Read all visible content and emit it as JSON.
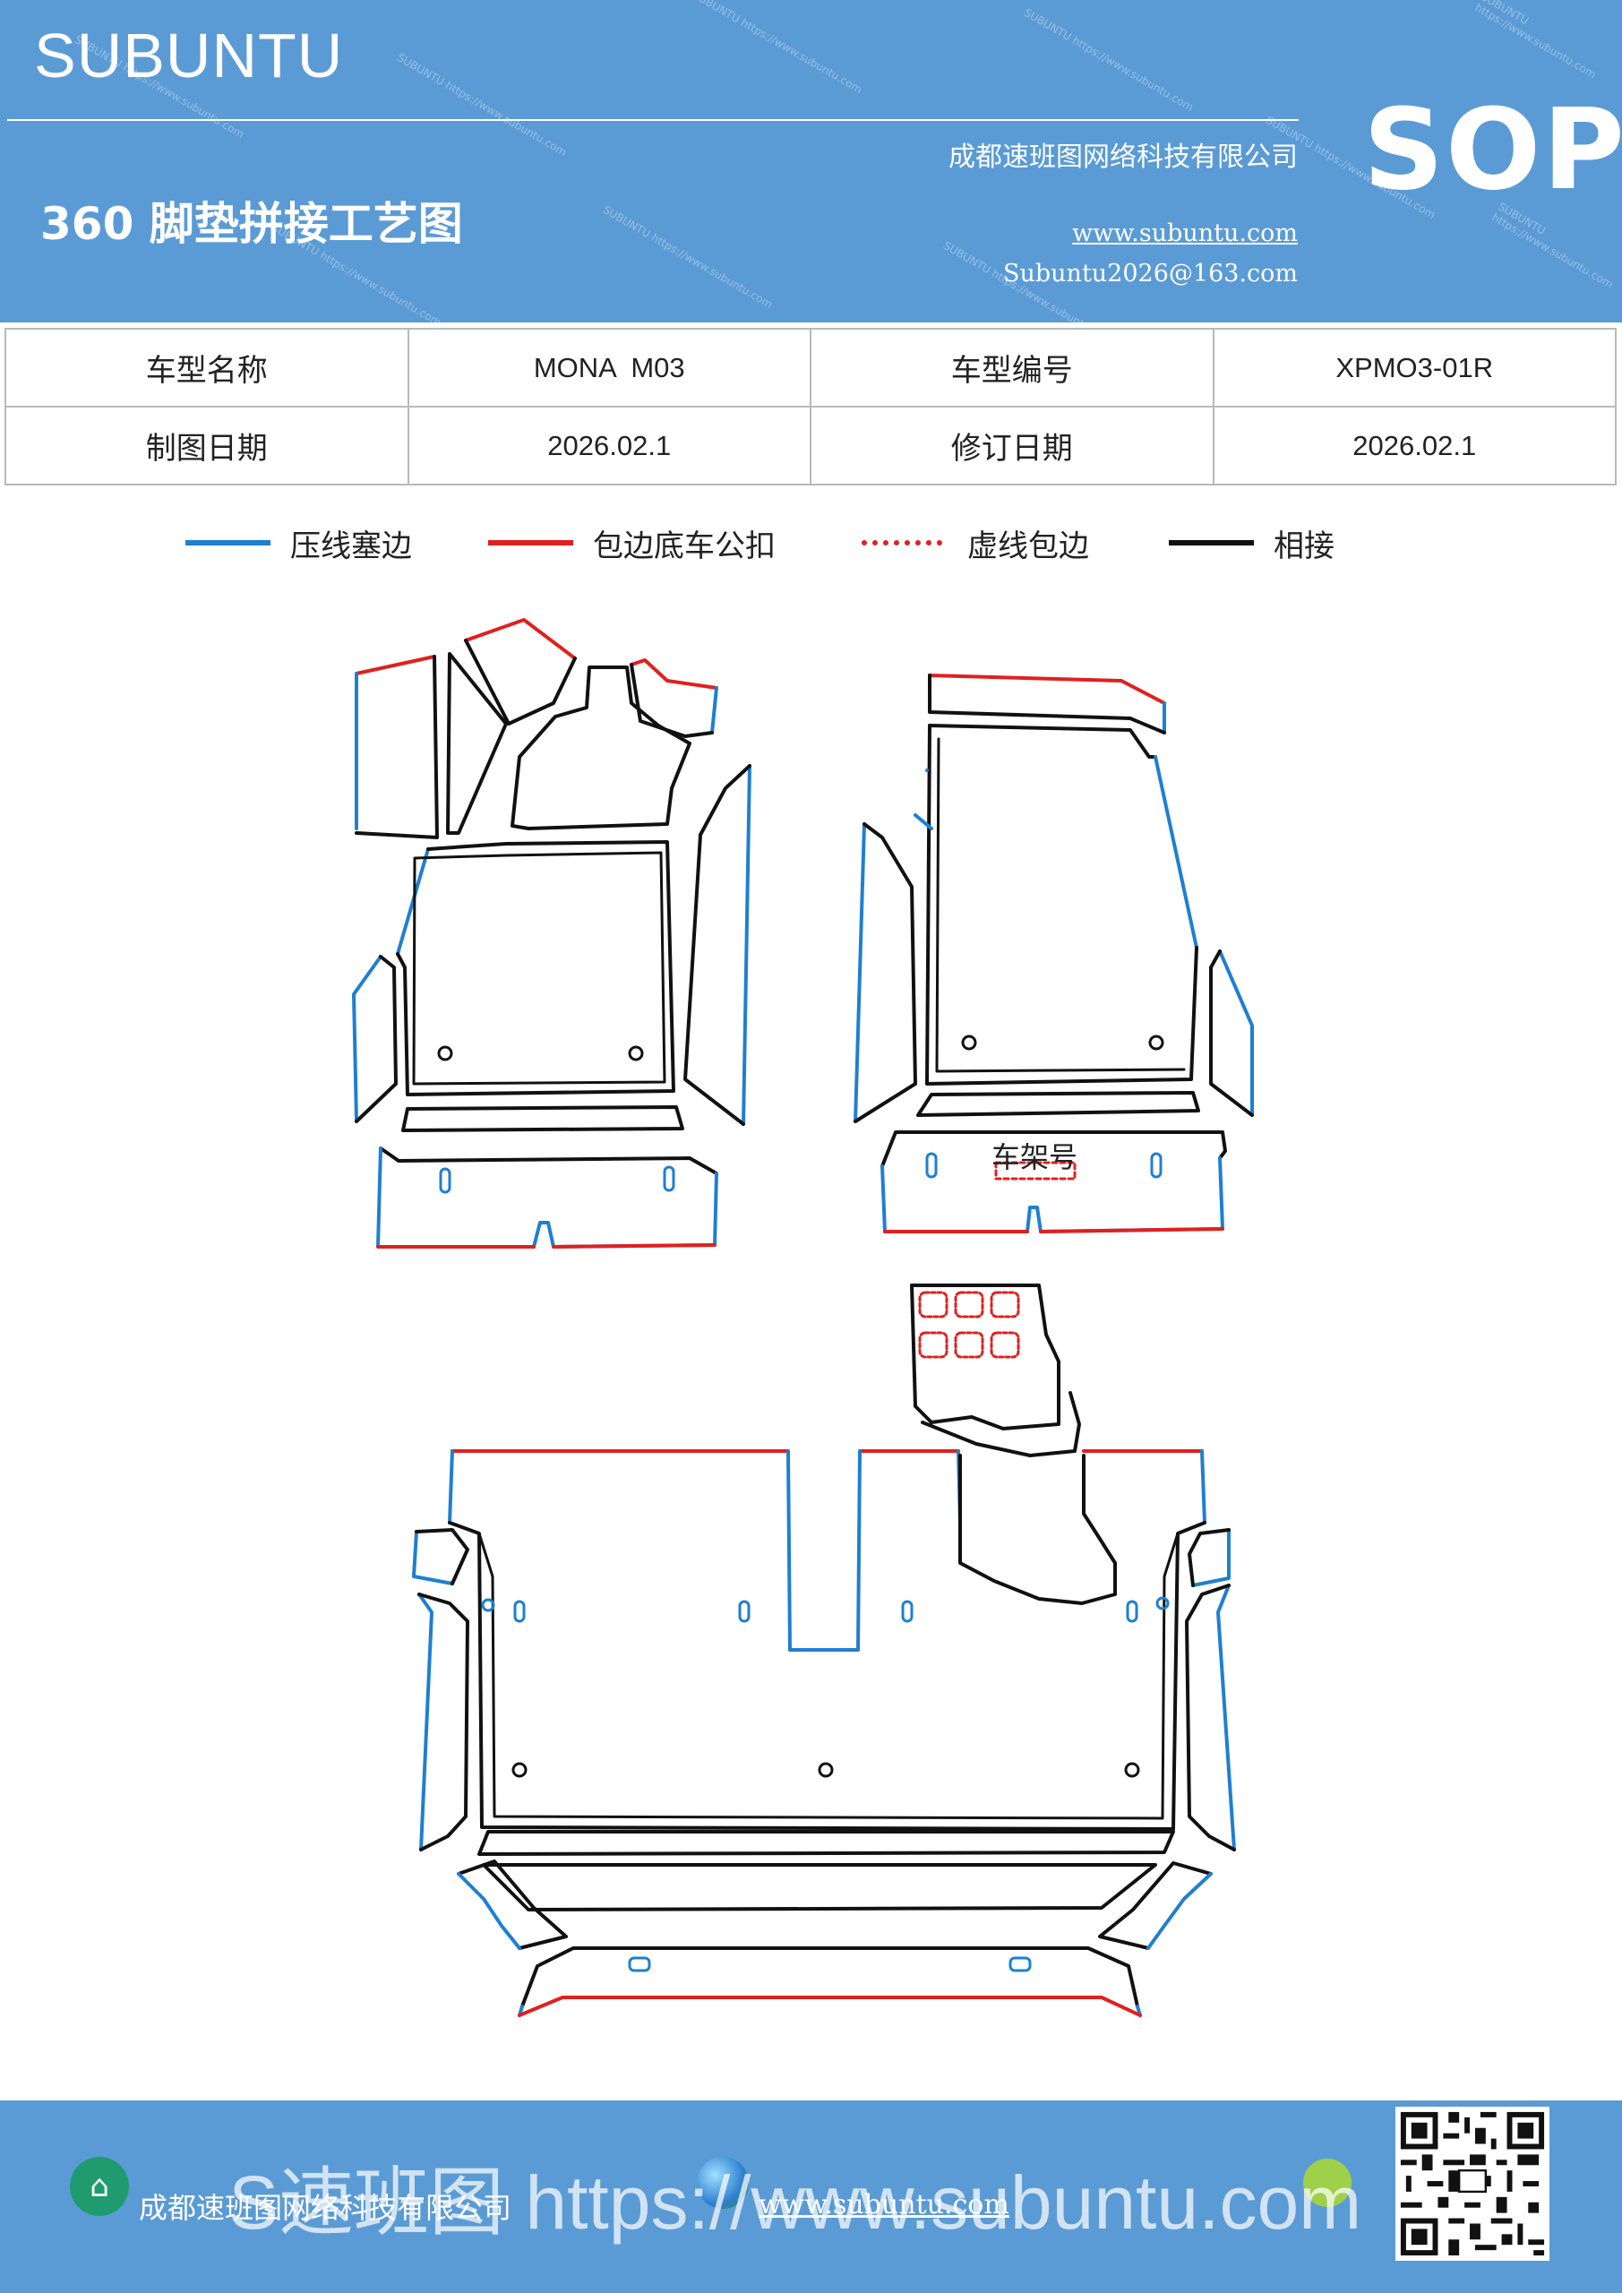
{
  "header": {
    "brand": "SUBUNTU",
    "doc_title": "360 脚垫拼接工艺图",
    "company": "成都速班图网络科技有限公司",
    "website": "www.subuntu.com",
    "email": "Subuntu2026@163.com",
    "badge": "SOP"
  },
  "info_table": {
    "model_name_label": "车型名称",
    "model_name_value": "MONA  M03",
    "model_code_label": "车型编号",
    "model_code_value": "XPMO3-01R",
    "draw_date_label": "制图日期",
    "draw_date_value": "2026.02.1",
    "revise_date_label": "修订日期",
    "revise_date_value": "2026.02.1"
  },
  "legend": [
    {
      "label": "压线塞边",
      "color": "#1f7fd1",
      "style": "solid"
    },
    {
      "label": "包边底车公扣",
      "color": "#e02020",
      "style": "solid"
    },
    {
      "label": "虚线包边",
      "color": "#e02020",
      "style": "dotted"
    },
    {
      "label": "相接",
      "color": "#111111",
      "style": "solid"
    }
  ],
  "diagram": {
    "frame_number_label": "车架号"
  },
  "footer": {
    "company": "成都速班图网络科技有限公司",
    "website": "www.subuntu.com",
    "overlay_text": "S速班图 https://www.subuntu.com"
  },
  "colors": {
    "header_bg": "#5b9bd5",
    "blue_line": "#1f7fd1",
    "red_line": "#e02020",
    "black_line": "#111111"
  }
}
